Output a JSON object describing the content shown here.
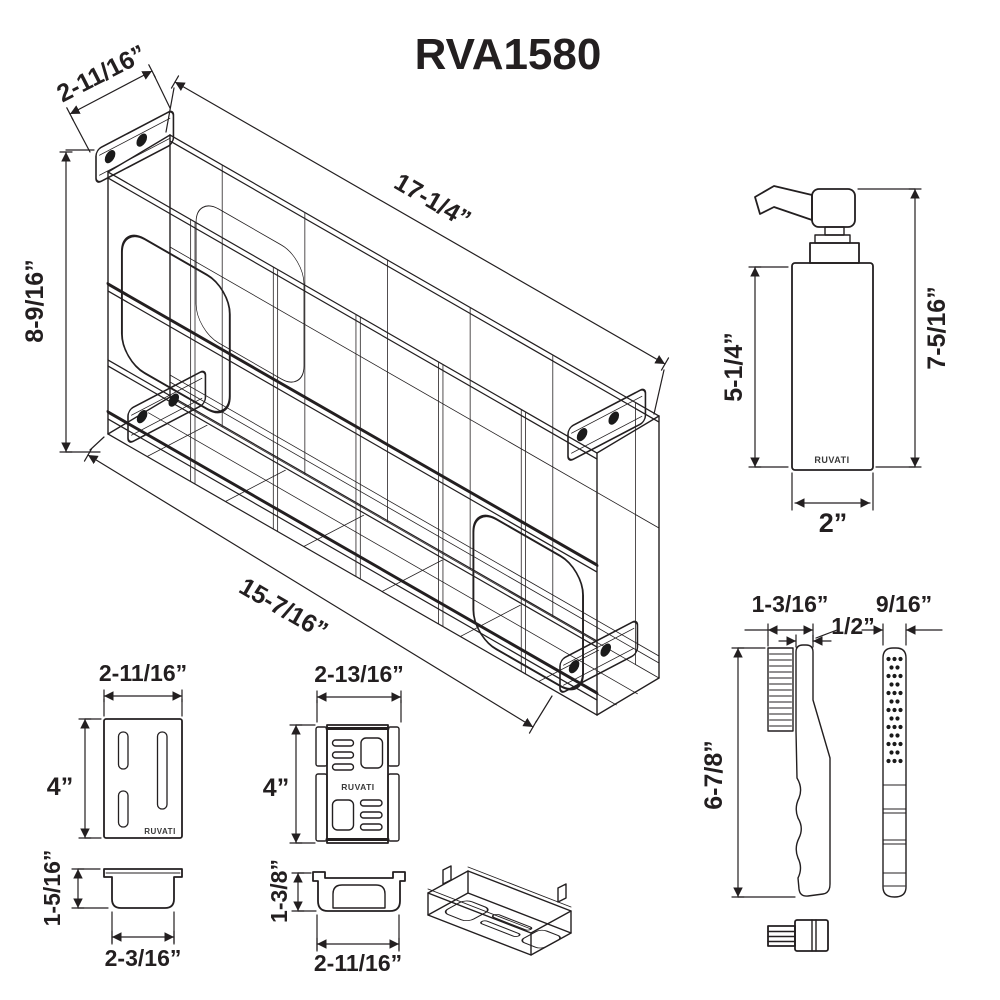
{
  "title": "RVA1580",
  "colors": {
    "line": "#231f20",
    "background": "#ffffff"
  },
  "basket": {
    "depth": "2-11/16”",
    "length": "17-1/4”",
    "height": "8-9/16”",
    "bottom_length": "15-7/16”"
  },
  "dispenser": {
    "body_height": "5-1/4”",
    "overall_height": "7-5/16”",
    "width": "2”",
    "logo": "RUVATI"
  },
  "mounting_plate": {
    "width": "2-11/16”",
    "height": "4”",
    "logo": "RUVATI"
  },
  "end_cap": {
    "height": "1-5/16”",
    "width": "2-3/16”"
  },
  "slide_bracket": {
    "width": "2-13/16”",
    "height": "4”",
    "logo": "RUVATI"
  },
  "soap_tray": {
    "height": "1-3/8”",
    "width": "2-11/16”"
  },
  "brush": {
    "head_width": "1-3/16”",
    "neck_width": "1/2”",
    "front_width": "9/16”",
    "length": "6-7/8”"
  }
}
